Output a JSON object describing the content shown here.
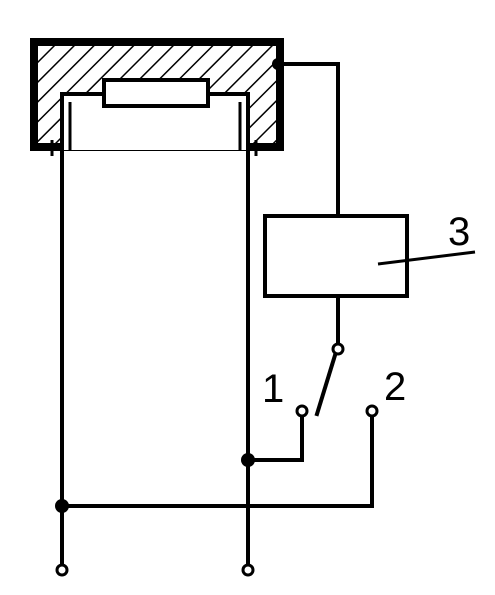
{
  "labels": {
    "switch_position_1": "1",
    "switch_position_2": "2",
    "device_3": "3"
  },
  "colors": {
    "line": "#000000",
    "background": "#ffffff"
  }
}
